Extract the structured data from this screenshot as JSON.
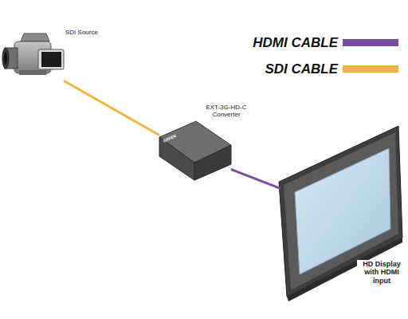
{
  "diagram": {
    "nodes": [
      {
        "text": [
          "SDI Source"
        ]
      },
      {
        "text": [
          "EXT-3G-HD-C Converter"
        ]
      },
      {
        "text": [
          "HD Display with HDMI input"
        ]
      }
    ],
    "edges": [
      {
        "from": 0,
        "to": 1,
        "arrow": "none"
      },
      {
        "from": 1,
        "to": 2,
        "arrow": "none"
      }
    ],
    "labels": [
      "GEFEN"
    ],
    "legend": [
      {
        "text": "HDMI CABLE",
        "color": "#7d4b9e"
      },
      {
        "text": "SDI CABLE",
        "color": "#f2b43c"
      }
    ]
  }
}
